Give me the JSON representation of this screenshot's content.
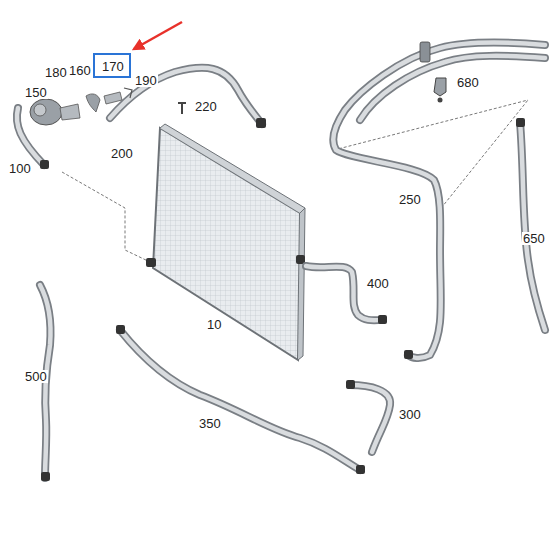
{
  "diagram": {
    "nodes": [
      {
        "text": [
          "170"
        ]
      }
    ],
    "labels": [
      "180",
      "160",
      "190",
      "150",
      "220",
      "200",
      "100",
      "680",
      "250",
      "650",
      "10",
      "400",
      "500",
      "350",
      "300"
    ]
  }
}
